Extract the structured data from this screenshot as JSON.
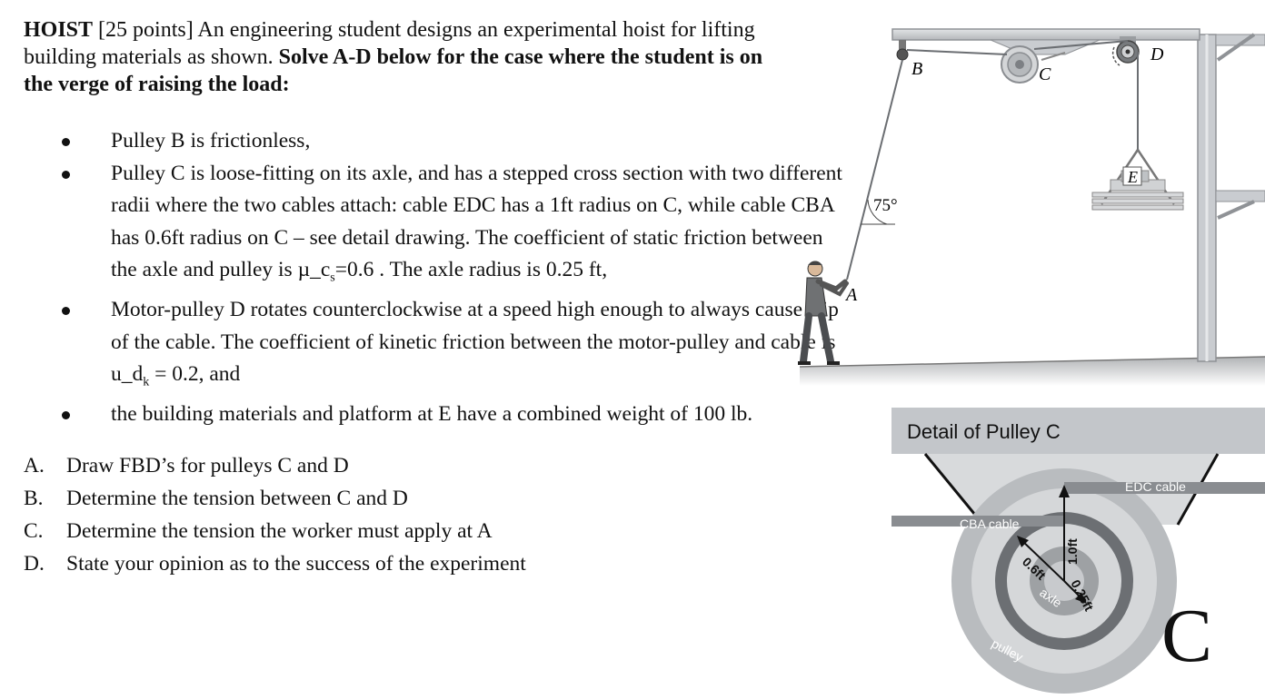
{
  "problem": {
    "title": "HOIST",
    "points": "[25 points]",
    "intro_text": " An engineering student designs an experimental hoist for lifting building materials as shown. ",
    "intro_bold": "Solve A-D below for the case where the student is on the verge of raising the load:"
  },
  "conditions": [
    {
      "pre": "Pulley B is frictionless,",
      "sub": "",
      "post": ""
    },
    {
      "pre": "Pulley C is loose-fitting on its axle, and has a stepped cross section with two different radii where the two cables attach: cable EDC has a 1ft radius on C, while cable CBA has 0.6ft radius on C – see detail drawing. The coefficient of static friction between the axle and pulley is µ_c",
      "sub": "s",
      "post": "=0.6 . The axle radius is 0.25 ft,"
    },
    {
      "pre": "Motor-pulley D rotates counterclockwise at a speed high enough to always cause slip of the cable. The coefficient of kinetic friction between the motor-pulley and cable is u_d",
      "sub": "k",
      "post": " = 0.2, and"
    },
    {
      "pre": "the building materials and platform at E have a combined weight of 100 lb.",
      "sub": "",
      "post": ""
    }
  ],
  "tasks": [
    {
      "letter": "A.",
      "text": "Draw FBD’s for pulleys C and D"
    },
    {
      "letter": "B.",
      "text": "Determine the tension between C and D"
    },
    {
      "letter": "C.",
      "text": "Determine the tension the worker must apply at A"
    },
    {
      "letter": "D.",
      "text": "State your opinion as to the success of the experiment"
    }
  ],
  "figure": {
    "label_b": "B",
    "label_c": "C",
    "label_d": "D",
    "label_e": "E",
    "label_a": "A",
    "angle": "75°"
  },
  "detail": {
    "title": "Detail of Pulley C",
    "edc_cable": "EDC cable",
    "cba_cable": "CBA cable",
    "r_outer": "1.0ft",
    "r_inner": "0.6ft",
    "r_axle": "0.25ft",
    "axle": "axle",
    "pulley": "pulley",
    "big_label": "C"
  },
  "colors": {
    "structure": "#c9ccd0",
    "detail_band": "#c3c6ca",
    "cable_gray": "#8a8d91",
    "dark_ring": "#6c6f73",
    "light_ring": "#b9bcbf"
  }
}
